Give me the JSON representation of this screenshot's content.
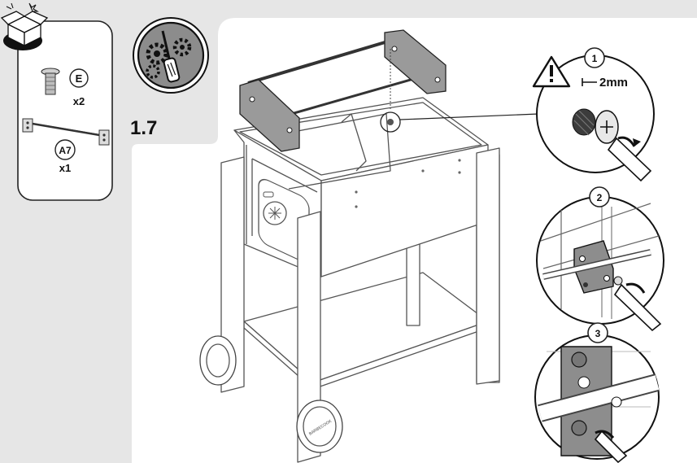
{
  "step": {
    "number": "1.7"
  },
  "parts": [
    {
      "letter": "E",
      "qty": "x2"
    },
    {
      "letter": "A7",
      "qty": "x1"
    }
  ],
  "detail_steps": [
    {
      "number": "1",
      "measure": "2mm"
    },
    {
      "number": "2"
    },
    {
      "number": "3"
    }
  ],
  "grill_brand": "BARBECOOK",
  "icons": [
    "parts-box-icon",
    "tools-icon",
    "warning-icon",
    "screwdriver-icon"
  ]
}
